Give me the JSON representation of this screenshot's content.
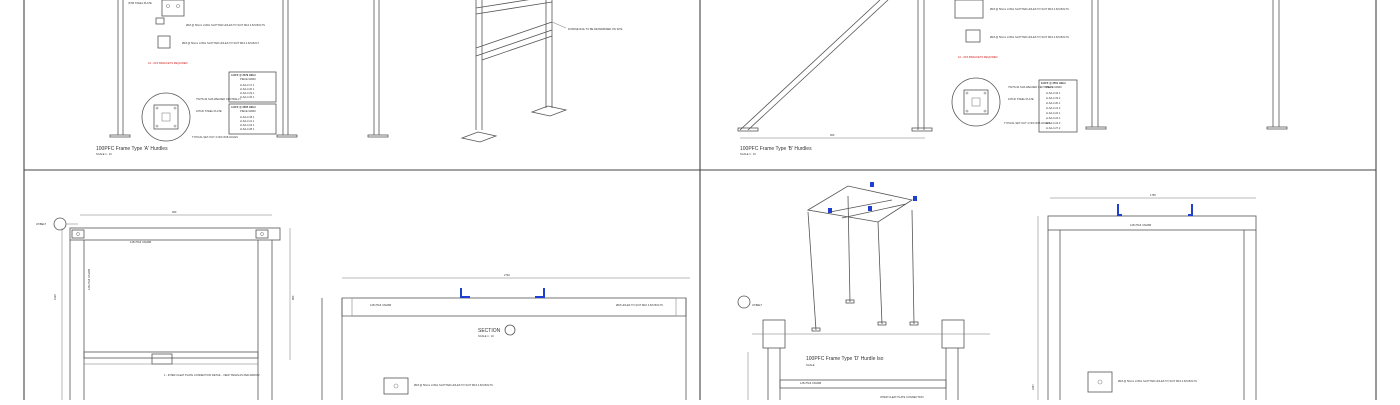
{
  "panels": {
    "type_a": {
      "title": "100PFC Frame Type 'A' Hurdles",
      "scale": "SCALE 1 : 10",
      "notes": {
        "plate": "ISTM STEEL PLATE",
        "slot1": "Ø18 @ 50mm LONG SLOTTED HOLES TO SUIT M16 4.6/S BOLTS",
        "slot2": "Ø18 @ 50mm LONG SLOTTED HOLES TO SUIT M16 4.6/S BOLT",
        "bracket": "16 - OFF BRACKETS REQUIRED",
        "ptag": "75x75x10 SHS WELDED CENTRALLY",
        "wplate": "10THK STEEL PLATE",
        "setout": "TYPICAL SET-OUT 4 OFF Ø18 HOLES",
        "site": "DUPANE RAIL TO BE DETERMINED ON SITE"
      },
      "table1": {
        "heading": "4-OFF @ 2379 HIGH",
        "sub": "PIECE MARK",
        "rows": [
          "H-SA-3.17.1",
          "H-SA-3.20.1",
          "H-SA-3.23.1",
          "H-SA-3.26.1"
        ]
      },
      "table2": {
        "heading": "4-OFF @ 2655 HIGH",
        "sub": "PIECE MARK",
        "rows": [
          "H-SA-3.18.1",
          "H-SA-3.21.1",
          "H-SA-3.24.1",
          "H-SA-3.28.1"
        ]
      }
    },
    "type_b": {
      "title": "100PFC Frame Type 'B' Hurdles",
      "scale": "SCALE 1 : 10",
      "dim": "960",
      "notes": {
        "slot1": "Ø18 @ 50mm LONG SLOTTED HOLES TO SUIT M16 4.6/S BOLTS",
        "slot2": "Ø18 @ 50mm LONG SLOTTED HOLES TO SUIT M16 4.6/S BOLTS",
        "bracket": "16 - OFF BRACKETS REQUIRED",
        "ptag": "75x75x10 SHS WELDED CENTRALLY",
        "wplate": "10THK STEEL PLATE",
        "setout": "TYPICAL SET-OUT 4 OFF Ø18 HOLES"
      },
      "table": {
        "heading": "8-OFF @ 2551 HIGH",
        "sub": "PIECE MARK",
        "rows": [
          "H-SA-3.16.1",
          "H-SA-3.19.2",
          "H-SA-3.20.1",
          "H-SA-3.21.2",
          "H-SA-3.22.1",
          "H-SA-3.24.1",
          "H-SA-3.24.2",
          "H-SA-3.27.2"
        ]
      }
    },
    "type_c": {
      "dim_top": "960",
      "section_title": "SECTION",
      "section_scale": "SCALE 1 : 10",
      "dim_length": "2740",
      "beam_label": "125x75x6 UNHSB",
      "post_label": "125x75x6 UNHSB",
      "note_plate": "1 - INTER CLEAT PLATE CONNECTION DETAIL - VIEW TAKEN AS PER ARROW",
      "note_holes": "Ø18 HOLES TO SUIT M16 4.6/S BOLTS",
      "note_slot": "Ø18 @ 50mm LONG SLOTTED HOLES TO SUIT M16 4.6/S BOLTS",
      "callout": "AT/BELT",
      "height_1": "1920",
      "height_2": "860"
    },
    "type_d": {
      "title": "100PFC Frame Type 'D' Hurdle Iso",
      "scale": "SCALE",
      "dim_top": "1750",
      "dim_height": "2497",
      "beam_label": "125x75x6 UNHSB",
      "note_slot": "Ø18 @ 50mm LONG SLOTTED HOLES TO SUIT M16 4.6/S BOLTS",
      "note_plate": "INTER CLEAT PLATE CONNECTION",
      "callout": "AT/BELT"
    }
  },
  "colors": {
    "line": "#555555",
    "highlight_blue": "#1f3fd0",
    "note_red": "#d01818",
    "border": "#666666"
  }
}
